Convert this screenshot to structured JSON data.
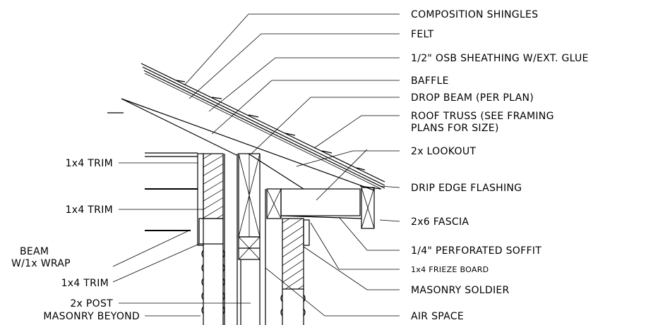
{
  "labels_right": [
    {
      "id": "composition-shingles",
      "text": "COMPOSITION SHINGLES"
    },
    {
      "id": "felt",
      "text": "FELT"
    },
    {
      "id": "osb-sheathing",
      "text": "1/2\" OSB SHEATHING W/EXT. GLUE"
    },
    {
      "id": "baffle",
      "text": "BAFFLE"
    },
    {
      "id": "drop-beam",
      "text": "DROP BEAM (PER PLAN)"
    },
    {
      "id": "roof-truss-1",
      "text": "ROOF TRUSS (SEE FRAMING"
    },
    {
      "id": "roof-truss-2",
      "text": "PLANS FOR SIZE)"
    },
    {
      "id": "lookout",
      "text": "2x LOOKOUT"
    },
    {
      "id": "drip-edge",
      "text": "DRIP EDGE FLASHING"
    },
    {
      "id": "fascia",
      "text": "2x6 FASCIA"
    },
    {
      "id": "soffit",
      "text": "1/4\" PERFORATED SOFFIT"
    },
    {
      "id": "frieze-board",
      "text": "1x4 FRIEZE BOARD"
    },
    {
      "id": "masonry-soldier",
      "text": "MASONRY SOLDIER"
    },
    {
      "id": "air-space",
      "text": "AIR SPACE"
    }
  ],
  "labels_left": [
    {
      "id": "trim-1",
      "text": "1x4 TRIM"
    },
    {
      "id": "trim-2",
      "text": "1x4 TRIM"
    },
    {
      "id": "beam-1",
      "text": "BEAM"
    },
    {
      "id": "beam-2",
      "text": "W/1x WRAP"
    },
    {
      "id": "trim-3",
      "text": "1x4 TRIM"
    },
    {
      "id": "post",
      "text": "2x POST"
    },
    {
      "id": "masonry-beyond",
      "text": "MASONRY BEYOND"
    }
  ]
}
